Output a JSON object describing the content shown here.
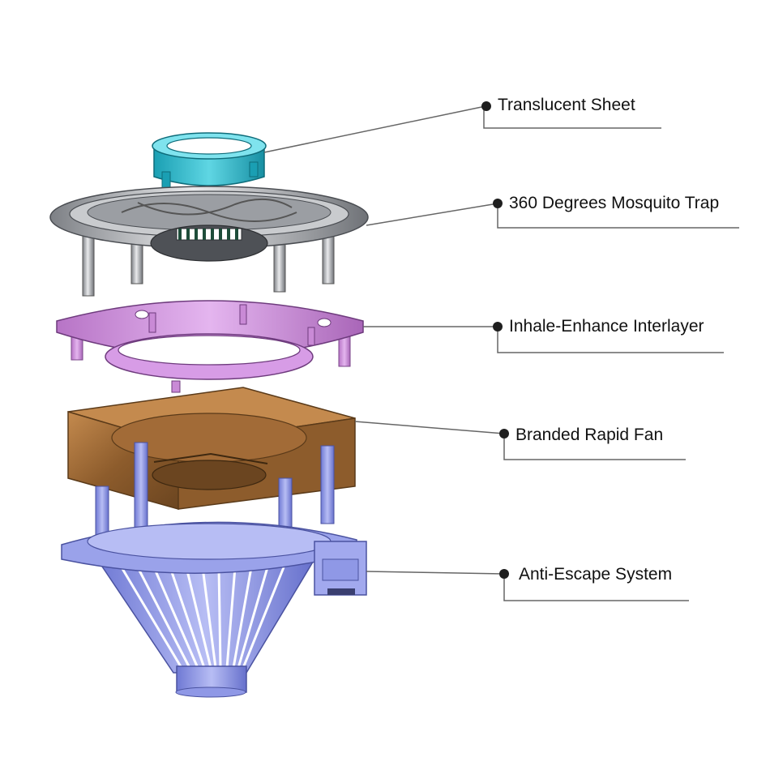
{
  "diagram": {
    "callouts": [
      {
        "label": "Translucent Sheet",
        "color": "#2bb7c8"
      },
      {
        "label": "360 Degrees Mosquito Trap",
        "color": "#b9bcc0"
      },
      {
        "label": "Inhale-Enhance Interlayer",
        "color": "#c98ad6"
      },
      {
        "label": "Branded Rapid Fan",
        "color": "#a5713d"
      },
      {
        "label": "Anti-Escape System",
        "color": "#8f98e6"
      }
    ]
  }
}
